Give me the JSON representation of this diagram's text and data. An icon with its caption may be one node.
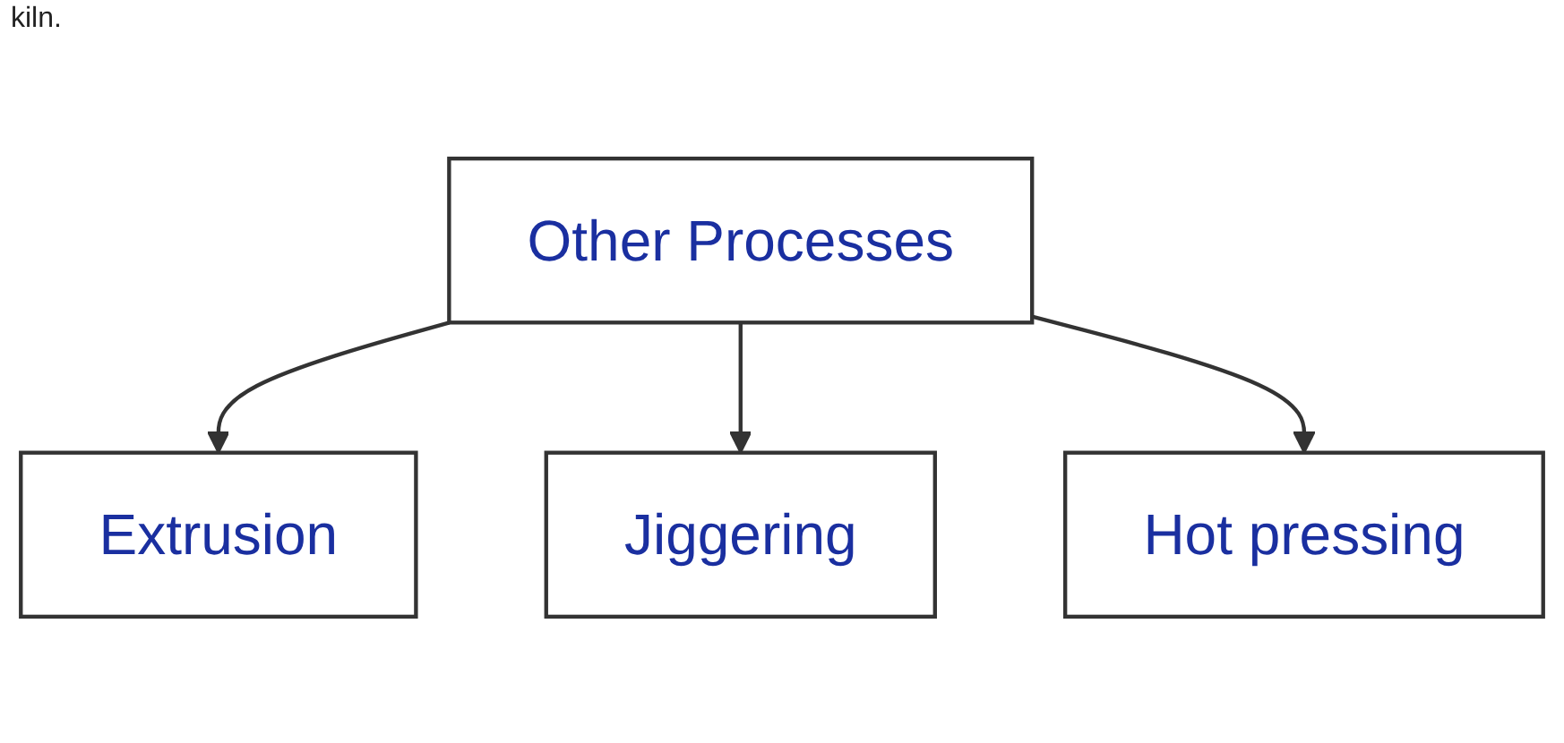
{
  "diagram": {
    "nodes": [
      {
        "text": [
          "Other Processes"
        ]
      },
      {
        "text": [
          "Extrusion"
        ]
      },
      {
        "text": [
          "Jiggering"
        ]
      },
      {
        "text": [
          "Hot pressing"
        ]
      }
    ],
    "edges": [
      {
        "from": 0,
        "to": 1,
        "arrow": "to"
      },
      {
        "from": 0,
        "to": 2,
        "arrow": "to"
      },
      {
        "from": 0,
        "to": 3,
        "arrow": "to"
      }
    ],
    "labels": [
      "kiln."
    ]
  }
}
